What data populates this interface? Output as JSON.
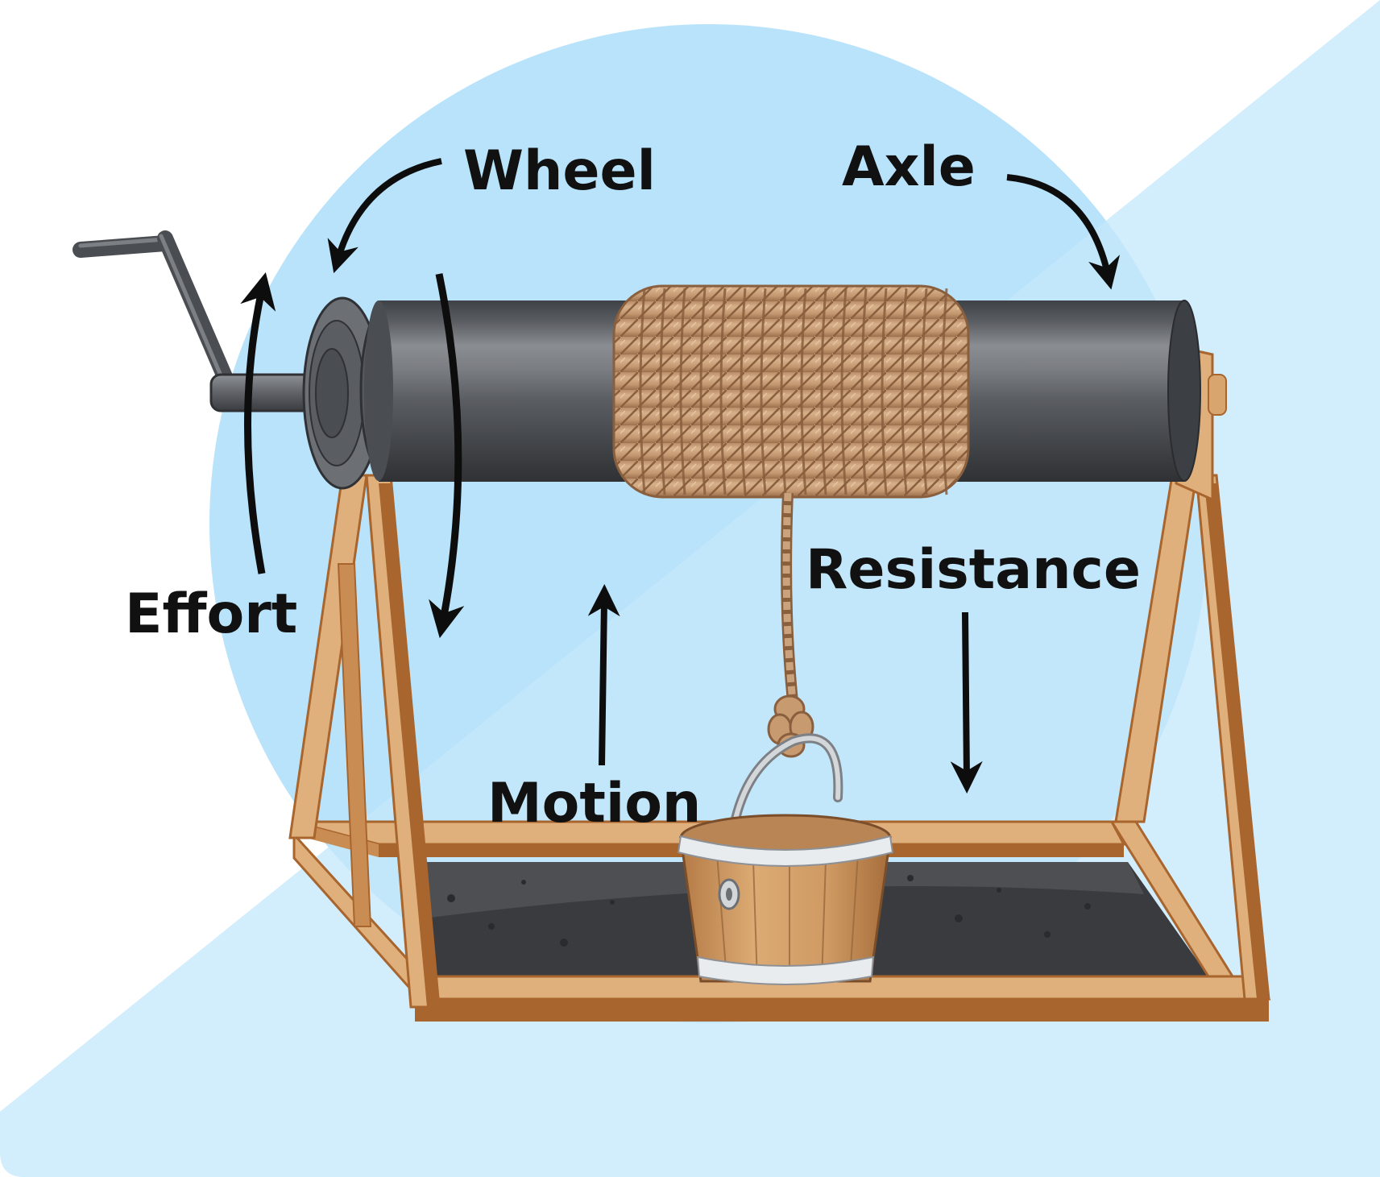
{
  "diagram": {
    "labels": {
      "wheel": "Wheel",
      "axle": "Axle",
      "effort": "Effort",
      "resistance": "Resistance",
      "motion": "Motion"
    },
    "colors": {
      "background_light": "#d6effd",
      "circle": "#b8e3fb",
      "drum": "#55585d",
      "drum_highlight": "#8c8f94",
      "rope": "#caa27c",
      "rope_dark": "#9a6e4a",
      "wood_light": "#e0b07c",
      "wood_dark": "#a8652e",
      "pit": "#3c3d40",
      "bucket_wood": "#d7a06a",
      "bucket_metal": "#d9dcdf",
      "arrow": "#0d0d0d"
    }
  }
}
